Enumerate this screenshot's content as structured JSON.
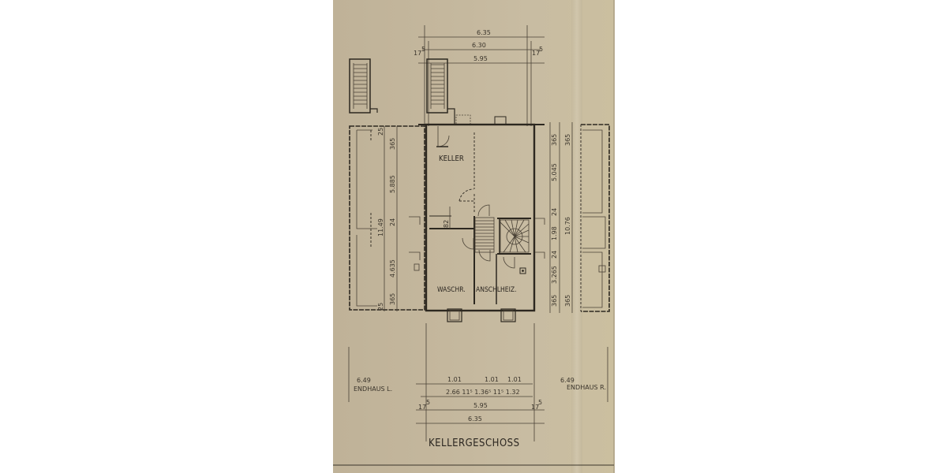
{
  "drawing": {
    "title": "KELLERGESCHOSS",
    "rooms": {
      "keller": "KELLER",
      "waschraum": "WASCHR.",
      "anschluss": "ANSCHL.",
      "heizung": "HEIZ."
    },
    "neighbors": {
      "left_label": "ENDHAUS L.",
      "left_width": "6.49",
      "right_label": "ENDHAUS R.",
      "right_width": "6.49"
    },
    "top_dimensions": {
      "overall": "6.35",
      "axis": "6.30",
      "inner": "5.95",
      "left_offset": "17",
      "left_offset_sup": "5",
      "right_offset": "17",
      "right_offset_sup": "5"
    },
    "left_dimensions": {
      "top_wall": "25",
      "outer_wall_top": "365",
      "keller_depth": "5.885",
      "inner_wall": "24",
      "overall": "11.49",
      "lower_depth": "4.635",
      "outer_wall_bottom": "365",
      "bottom_wall": "25"
    },
    "right_dimensions": {
      "outer_wall_top_a": "365",
      "outer_wall_top_b": "365",
      "keller_depth": "5.045",
      "inner_wall_a": "24",
      "stair_depth": "1.98",
      "inner_wall_b": "24",
      "lower_depth": "3.265",
      "outer_wall_bottom_a": "365",
      "outer_wall_bottom_b": "365",
      "overall": "10.76"
    },
    "bottom_dimensions": {
      "openings": [
        "1.01",
        "1.01",
        "1.01"
      ],
      "segments": [
        "2.66",
        "11",
        "5",
        "1.36",
        "5",
        "11",
        "5",
        "1.32"
      ],
      "segments_text": "2.66  11⁵  1.36⁵  11⁵ 1.32",
      "inner": "5.95",
      "left_offset": "17",
      "left_offset_sup": "5",
      "right_offset": "17",
      "right_offset_sup": "5",
      "overall": "6.35"
    },
    "misc": {
      "stair_width_label": "82"
    }
  },
  "colors": {
    "paper": "#c4b79d",
    "ink": "#2d2820",
    "background": "#ffffff"
  }
}
